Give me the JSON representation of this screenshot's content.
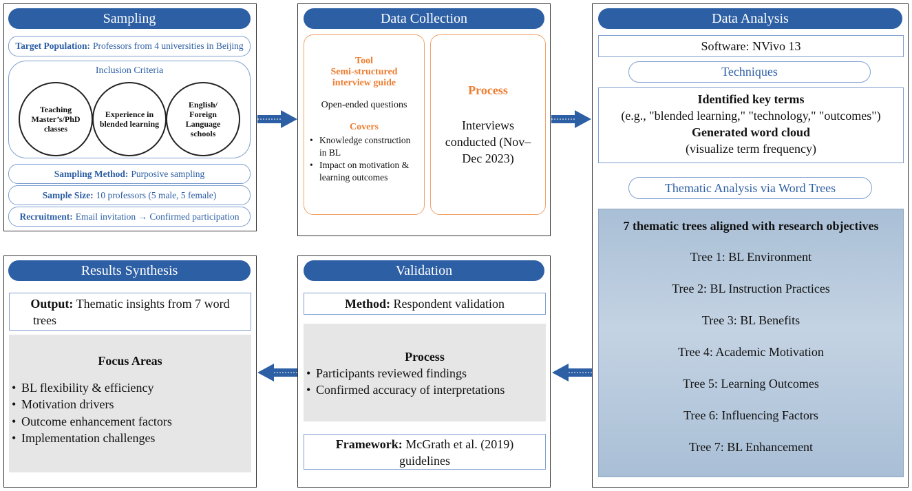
{
  "colors": {
    "accent": "#2d5fa5",
    "orange": "#ed7d31",
    "grey_box": "#e6e6e6",
    "tree_box": "#a9bfd6"
  },
  "sampling": {
    "title": "Sampling",
    "target_label": "Target Population:",
    "target_value": "Professors from 4 universities in Beijing",
    "inclusion_title": "Inclusion Criteria",
    "criteria": [
      "Teaching Master’s/PhD classes",
      "Experience in blended learning",
      "English/ Foreign Language schools"
    ],
    "method_label": "Sampling Method:",
    "method_value": "Purposive sampling",
    "size_label": "Sample Size:",
    "size_value": "10 professors (5 male, 5 female)",
    "recruit_label": "Recruitment:",
    "recruit_value": "Email invitation → Confirmed participation"
  },
  "collection": {
    "title": "Data Collection",
    "tool_heading": "Tool",
    "tool_name_1": "Semi-structured",
    "tool_name_2": "interview guide",
    "questions": "Open-ended questions",
    "covers_heading": "Covers",
    "covers": [
      "Knowledge construction in BL",
      "Impact on motivation & learning outcomes"
    ],
    "process_heading": "Process",
    "process_text": "Interviews conducted (Nov–Dec 2023)"
  },
  "analysis": {
    "title": "Data Analysis",
    "software": "Software: NVivo 13",
    "techniques": "Techniques",
    "key_terms_heading": "Identified key terms",
    "key_terms_example": "(e.g., \"blended learning,\" \"technology,\" \"outcomes\")",
    "cloud_heading": "Generated word cloud",
    "cloud_sub": "(visualize term frequency)",
    "thematic": "Thematic Analysis via Word Trees",
    "trees_heading": "7 thematic trees aligned with research objectives",
    "trees": [
      "Tree 1: BL Environment",
      "Tree 2: BL Instruction Practices",
      "Tree 3: BL Benefits",
      "Tree 4: Academic Motivation",
      "Tree 5: Learning Outcomes",
      "Tree 6: Influencing Factors",
      "Tree 7: BL Enhancement"
    ]
  },
  "validation": {
    "title": "Validation",
    "method_label": "Method:",
    "method_value": "Respondent validation",
    "process_heading": "Process",
    "process_items": [
      "Participants reviewed findings",
      "Confirmed accuracy of interpretations"
    ],
    "framework_label": "Framework:",
    "framework_value_1": "McGrath et al. (2019)",
    "framework_value_2": "guidelines"
  },
  "results": {
    "title": "Results Synthesis",
    "output_label": "Output:",
    "output_value_1": "Thematic insights from 7 word",
    "output_value_2": "trees",
    "focus_heading": "Focus Areas",
    "focus_items": [
      "BL flexibility & efficiency",
      "Motivation drivers",
      "Outcome enhancement factors",
      "Implementation challenges"
    ]
  }
}
